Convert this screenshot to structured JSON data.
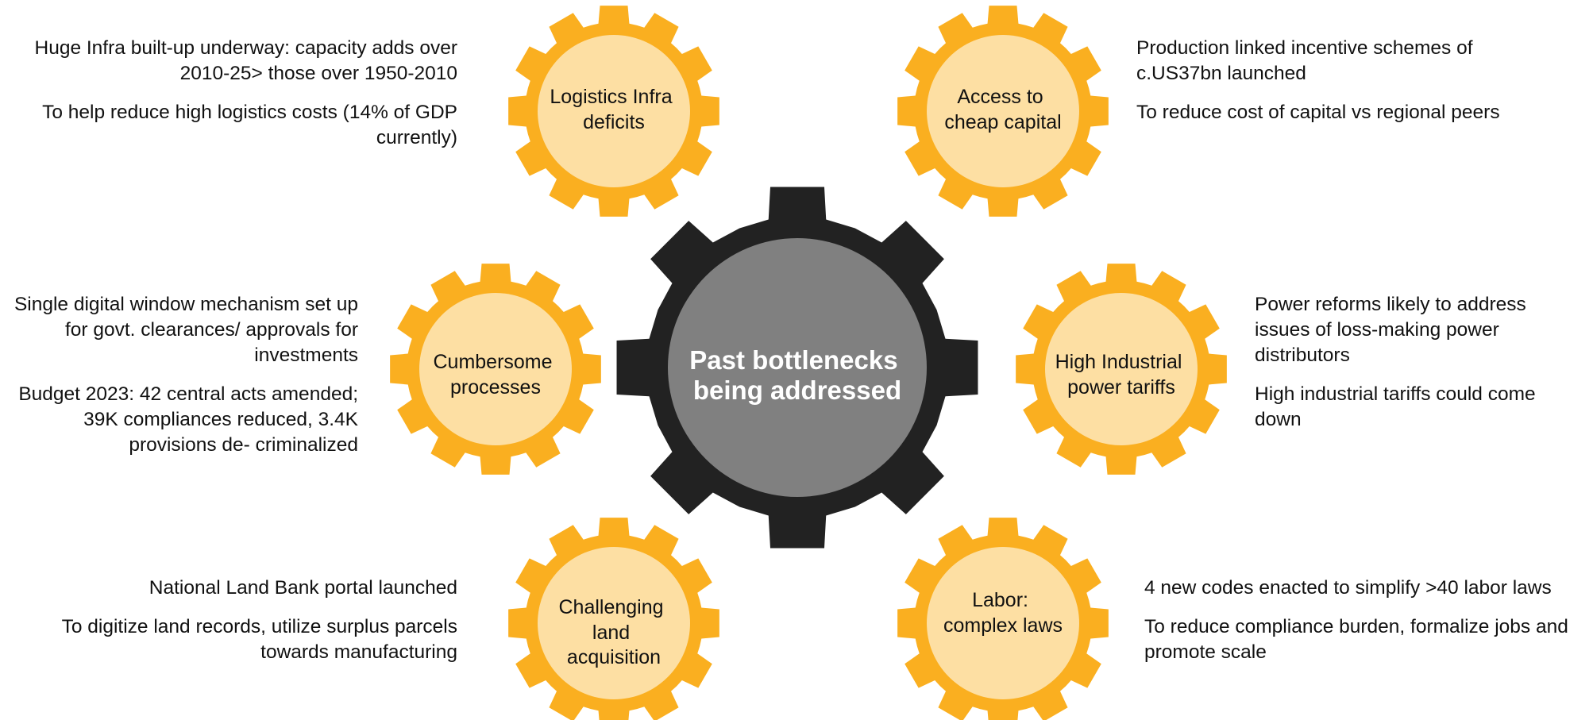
{
  "colors": {
    "gear_outer": "#FAAF20",
    "gear_inner": "#FDDFA3",
    "hub_outer": "#222222",
    "hub_inner": "#808080"
  },
  "hub": {
    "label_lines": [
      "Past bottlenecks",
      "being addressed"
    ]
  },
  "gears": [
    {
      "id": "logistics",
      "label_lines": [
        "Logistics Infra",
        "deficits"
      ],
      "notes": [
        "Huge Infra built-up underway: capacity adds over 2010-25> those over 1950-2010",
        "To help reduce high logistics costs (14% of GDP currently)"
      ]
    },
    {
      "id": "capital",
      "label_lines": [
        "Access to",
        "cheap capital"
      ],
      "notes": [
        "Production linked incentive schemes of c.US37bn launched",
        "To reduce cost of capital vs regional peers"
      ]
    },
    {
      "id": "processes",
      "label_lines": [
        "Cumbersome",
        "processes"
      ],
      "notes": [
        "Single digital window mechanism set up for govt. clearances/ approvals for investments",
        "Budget 2023: 42 central acts amended; 39K compliances reduced, 3.4K provisions de- criminalized"
      ]
    },
    {
      "id": "power",
      "label_lines": [
        "High Industrial",
        "power tariffs"
      ],
      "notes": [
        "Power reforms likely to address issues of loss-making power distributors",
        "High industrial tariffs could come down"
      ]
    },
    {
      "id": "land",
      "label_lines": [
        "Challenging",
        "land",
        "acquisition"
      ],
      "notes": [
        "National Land Bank portal launched",
        "To digitize land records, utilize surplus parcels towards manufacturing"
      ]
    },
    {
      "id": "labor",
      "label_lines": [
        "Labor:",
        "complex laws"
      ],
      "notes": [
        "4 new codes enacted to simplify >40 labor laws",
        "To reduce compliance burden, formalize jobs and promote scale"
      ]
    }
  ]
}
